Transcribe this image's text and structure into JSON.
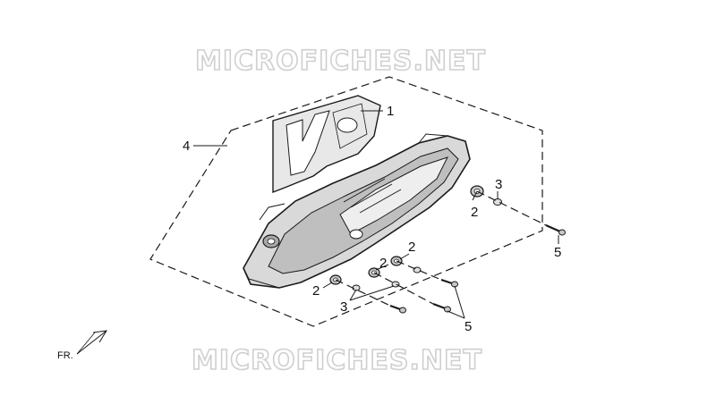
{
  "watermark": {
    "top_text": "MICROFICHES.NET",
    "bottom_text": "MICROFICHES.NET"
  },
  "callouts": {
    "gasket": "1",
    "nut_right": "2",
    "nut_mid_a": "2",
    "nut_mid_b": "2",
    "nut_left": "2",
    "washer_right": "3",
    "washer_left": "3",
    "cover_assembly": "4",
    "bolt_right": "5",
    "bolt_group": "5"
  },
  "direction_indicator": {
    "label": "FR."
  },
  "colors": {
    "line": "#1a1a1a",
    "watermark_outline": "#cfcfcf",
    "part_fill_light": "#d9d9d9",
    "part_fill_dark": "#b8b8b8",
    "background": "#ffffff"
  }
}
